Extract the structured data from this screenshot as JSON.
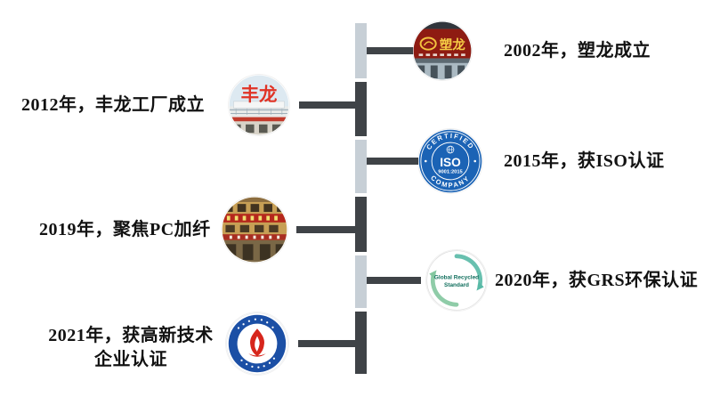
{
  "timeline": {
    "items": [
      {
        "year": "2002",
        "side": "right",
        "text": "2002年，塑龙成立",
        "icon": "sulong-sign-photo"
      },
      {
        "year": "2012",
        "side": "left",
        "text": "2012年，丰龙工厂成立",
        "icon": "fenglong-factory-photo"
      },
      {
        "year": "2015",
        "side": "right",
        "text": "2015年，获ISO认证",
        "icon": "iso-9001-seal"
      },
      {
        "year": "2019",
        "side": "left",
        "text": "2019年，聚焦PC加纤",
        "icon": "pc-building-photo"
      },
      {
        "year": "2020",
        "side": "right",
        "text": "2020年，获GRS环保认证",
        "icon": "grs-logo"
      },
      {
        "year": "2021",
        "side": "left",
        "text_line1": "2021年，获高新技术",
        "text_line2": "企业认证",
        "icon": "high-tech-enterprise-logo"
      }
    ],
    "colors": {
      "bar_light": "#c7cfd6",
      "bar_dark": "#3f4347",
      "text": "#121212"
    }
  },
  "logos": {
    "sulong": {
      "sign_text": "塑龙"
    },
    "fenglong": {
      "sign_text": "丰龙"
    },
    "iso": {
      "ring_top": "CERTIFIED",
      "ring_bottom": "COMPANY",
      "name": "ISO",
      "standard": "9001:2015"
    },
    "grs": {
      "line1": "Global Recycled",
      "line2": "Standard"
    }
  }
}
